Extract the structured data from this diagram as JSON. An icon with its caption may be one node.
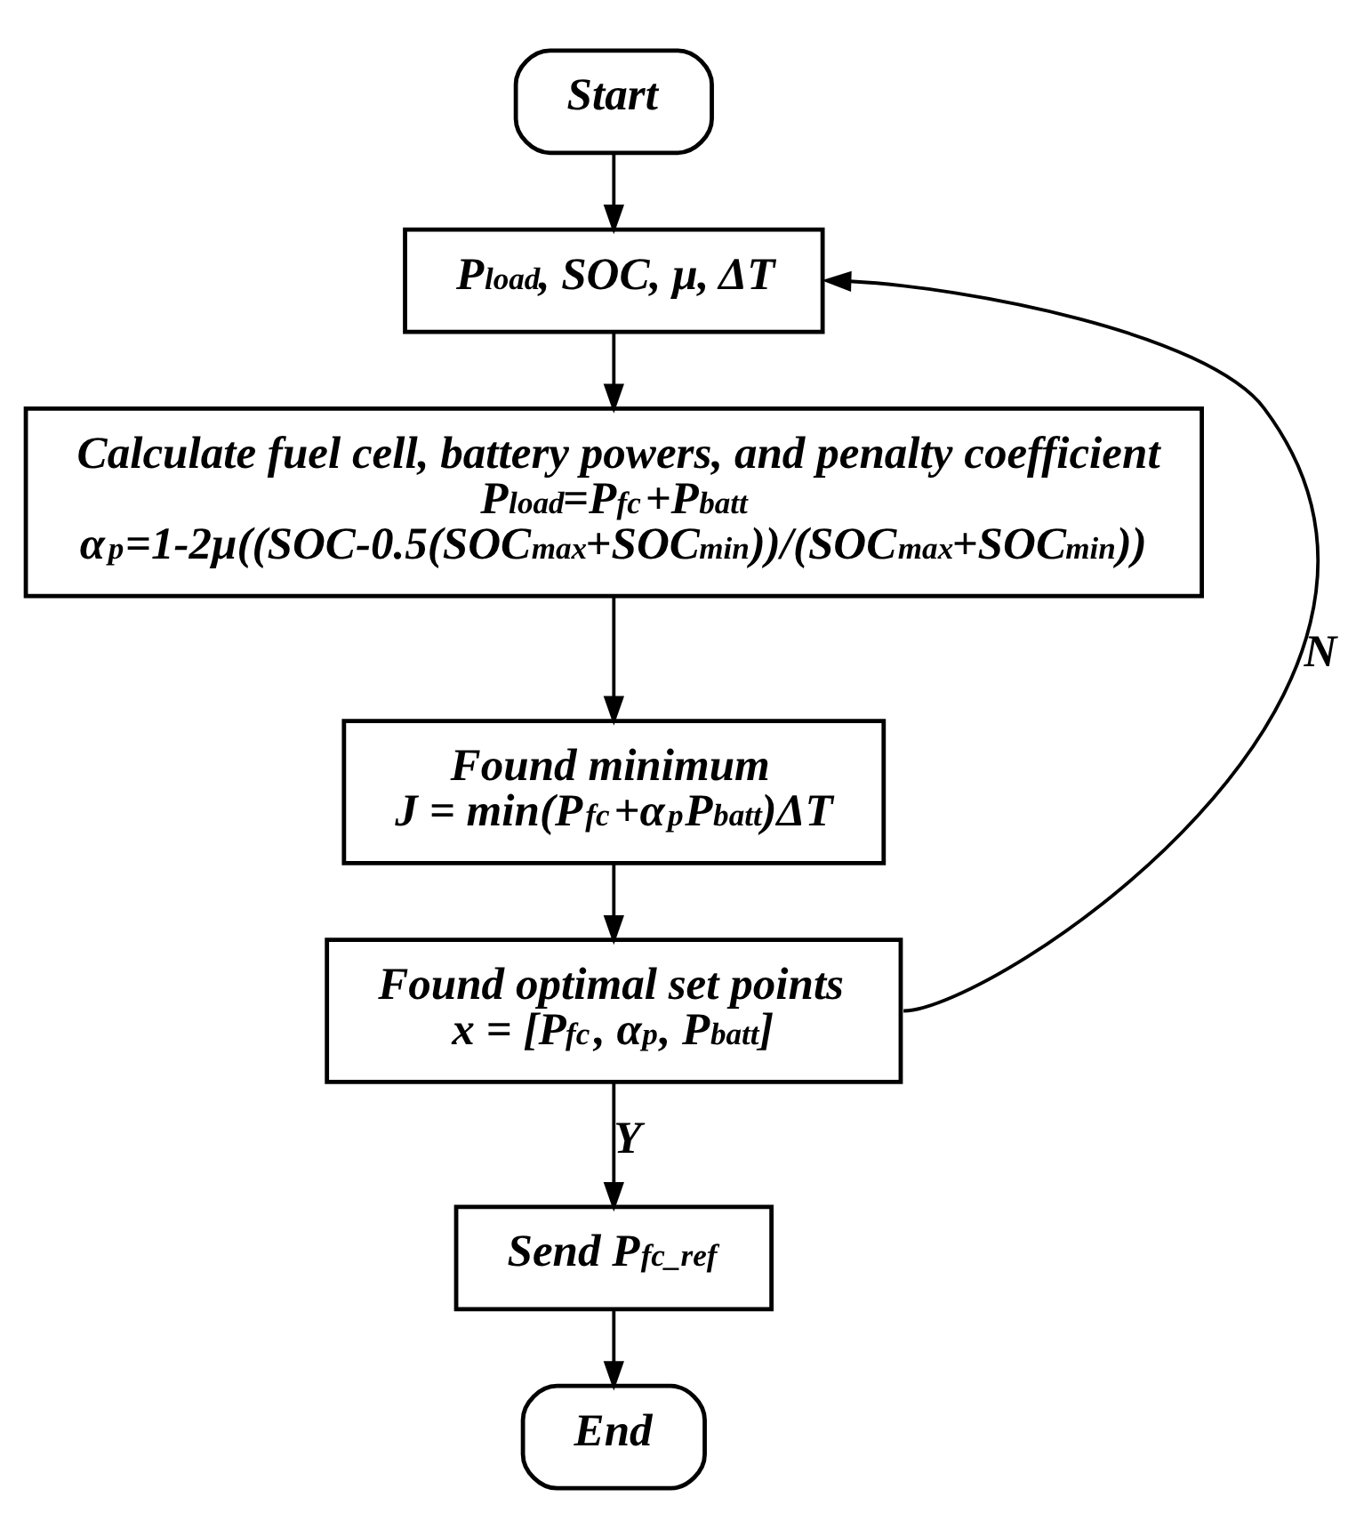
{
  "diagram": {
    "nodes": [
      {
        "text": [
          "Start"
        ]
      },
      {
        "text": [
          "P$_{load}$, SOC, μ, ΔT"
        ]
      },
      {
        "text": [
          "Calculate fuel cell, battery powers, and penalty coefficient",
          "P$_{load}$=P$_{fc}$+P$_{batt}$",
          "α$_{p}$=1-2μ((SOC-0.5(SOC$_{max}$+SOC$_{min}$))/(SOC$_{max}$+SOC$_{min}$))"
        ]
      },
      {
        "text": [
          "Found minimum",
          "J = min(P$_{fc}$+α$_{p}$P$_{batt}$)ΔT"
        ]
      },
      {
        "text": [
          "Found optimal set points",
          "x = [P$_{fc}$, α$_{p}$, P$_{batt}$]"
        ]
      },
      {
        "text": [
          "Send P$_{fc_ref}$"
        ]
      },
      {
        "text": [
          "End"
        ]
      }
    ],
    "edges": [
      {
        "from": 0,
        "to": 1,
        "arrow": "to"
      },
      {
        "from": 1,
        "to": 2,
        "arrow": "to"
      },
      {
        "from": 2,
        "to": 3,
        "arrow": "to"
      },
      {
        "from": 3,
        "to": 4,
        "arrow": "to"
      },
      {
        "from": 4,
        "to": 1,
        "arrow": "to",
        "label": "N"
      },
      {
        "from": 4,
        "to": 5,
        "arrow": "to",
        "label": "Y"
      },
      {
        "from": 5,
        "to": 6,
        "arrow": "to"
      }
    ]
  }
}
